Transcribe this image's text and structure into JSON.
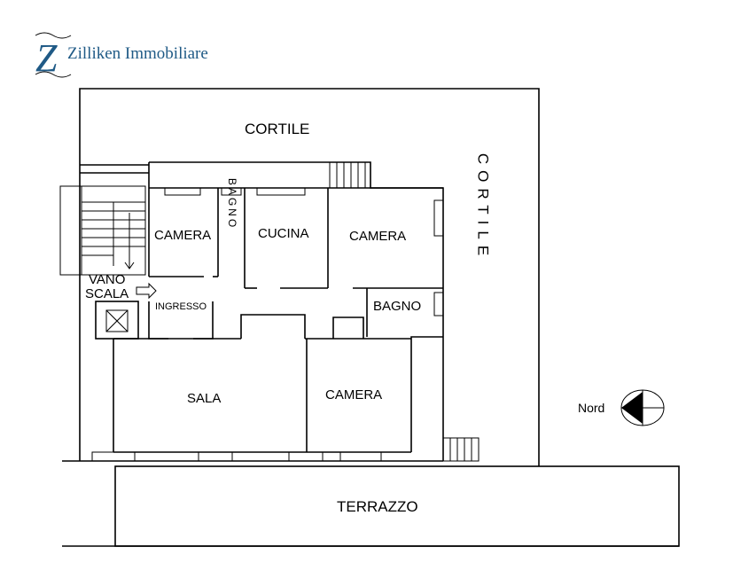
{
  "brand": {
    "logo_letter": "Z",
    "name": "Zilliken Immobiliare",
    "color": "#1f5a86"
  },
  "labels": {
    "cortile_top": "CORTILE",
    "cortile_side": "CORTILE",
    "camera_1": "CAMERA",
    "bagno_1": "BAGNO",
    "cucina": "CUCINA",
    "camera_2": "CAMERA",
    "vano": "VANO",
    "scala": "SCALA",
    "ingresso": "INGRESSO",
    "bagno_2": "BAGNO",
    "sala": "SALA",
    "camera_3": "CAMERA",
    "terrazzo": "TERRAZZO",
    "nord": "Nord"
  }
}
